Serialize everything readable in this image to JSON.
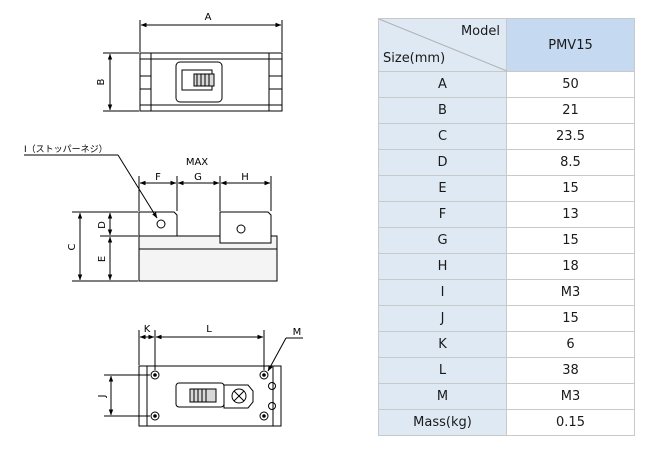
{
  "drawing": {
    "labels": {
      "a": "A",
      "b": "B",
      "c": "C",
      "d": "D",
      "e": "E",
      "f": "F",
      "g": "G",
      "h": "H",
      "j": "J",
      "k": "K",
      "l": "L",
      "m": "M",
      "max": "MAX",
      "stopper_screw": "I（ストッパーネジ）"
    }
  },
  "table": {
    "header_model": "Model",
    "header_size": "Size(mm)",
    "model_name": "PMV15",
    "rows": [
      {
        "label": "A",
        "value": "50"
      },
      {
        "label": "B",
        "value": "21"
      },
      {
        "label": "C",
        "value": "23.5"
      },
      {
        "label": "D",
        "value": "8.5"
      },
      {
        "label": "E",
        "value": "15"
      },
      {
        "label": "F",
        "value": "13"
      },
      {
        "label": "G",
        "value": "15"
      },
      {
        "label": "H",
        "value": "18"
      },
      {
        "label": "I",
        "value": "M3"
      },
      {
        "label": "J",
        "value": "15"
      },
      {
        "label": "K",
        "value": "6"
      },
      {
        "label": "L",
        "value": "38"
      },
      {
        "label": "M",
        "value": "M3"
      },
      {
        "label": "Mass(kg)",
        "value": "0.15"
      }
    ]
  }
}
